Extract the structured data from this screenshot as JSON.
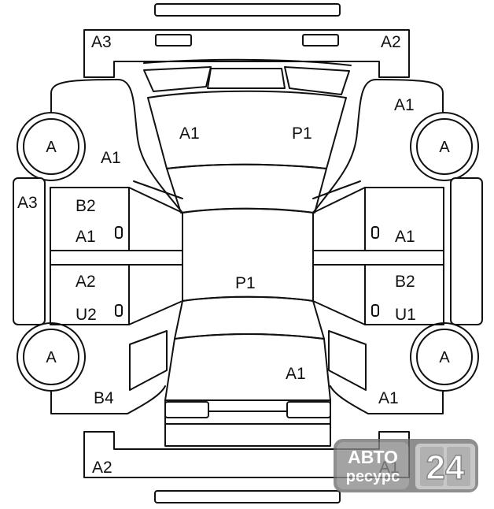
{
  "labels": {
    "front_bumper_left": "A3",
    "front_bumper_right": "A2",
    "hood_left": "A1",
    "hood_right": "P1",
    "front_fender_left": "A1",
    "front_fender_right": "A1",
    "wheel_front_left": "A",
    "wheel_front_right": "A",
    "wheel_rear_left": "A",
    "wheel_rear_right": "A",
    "side_skirt_left": "A3",
    "front_door_left_upper": "B2",
    "front_door_left_lower": "A1",
    "rear_door_left_upper": "A2",
    "rear_door_left_lower": "U2",
    "front_door_right": "A1",
    "rear_door_right_upper": "B2",
    "rear_door_right_lower": "U1",
    "roof": "P1",
    "trunk": "A1",
    "rear_fender_left": "B4",
    "rear_fender_right": "A1",
    "rear_bumper_left": "A2",
    "rear_bumper_right": "A1"
  },
  "watermark": {
    "line1": "АВТО",
    "line2": "ресурс",
    "number": "24"
  }
}
